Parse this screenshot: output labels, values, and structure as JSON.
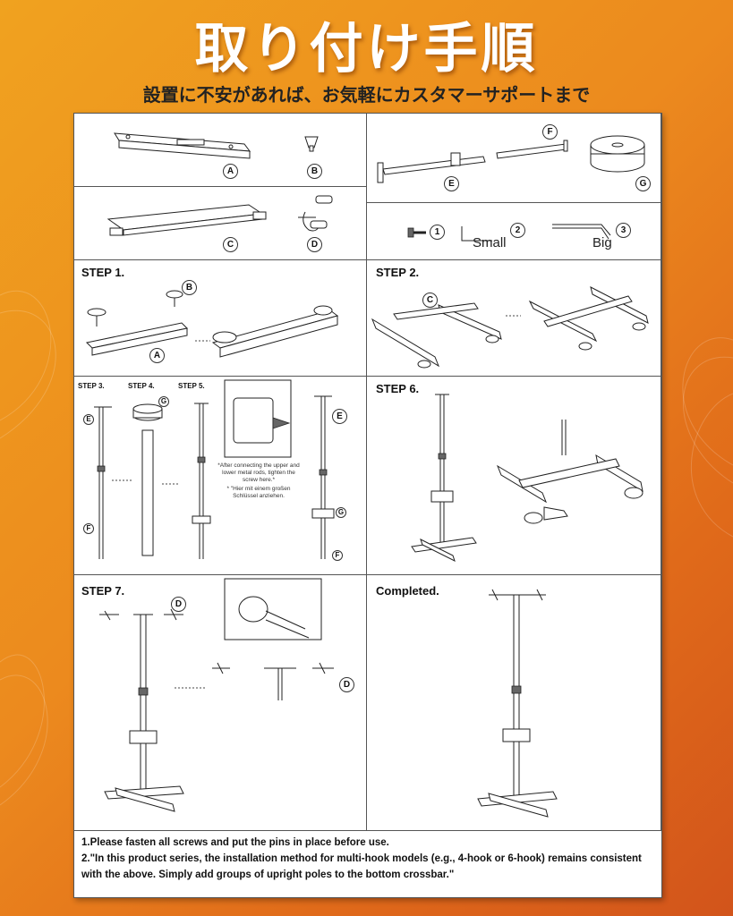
{
  "header": {
    "title": "取り付け手順",
    "subtitle": "設置に不安があれば、お気軽にカスタマーサポートまで"
  },
  "parts": {
    "a": "A",
    "b": "B",
    "c": "C",
    "d": "D",
    "e": "E",
    "f": "F",
    "g": "G",
    "n1": "1",
    "n2": "2",
    "n3": "3",
    "small": "Small",
    "big": "Big"
  },
  "steps": {
    "step1": "STEP 1.",
    "step2": "STEP 2.",
    "step3": "STEP 3.",
    "step4": "STEP 4.",
    "step5": "STEP 5.",
    "step6": "STEP 6.",
    "step7": "STEP 7.",
    "completed": "Completed."
  },
  "notes": {
    "note_en": "*After connecting the upper and lower metal rods, tighten the screw here.*",
    "note_de": "* \"Hier mit einem großen Schlüssel anziehen."
  },
  "footer": {
    "line1": "1.Please fasten all screws and put the pins in place before use.",
    "line2": "2.\"In this product series, the installation method for multi-hook models (e.g., 4-hook or 6-hook) remains consistent with the above. Simply add groups of upright poles to the bottom crossbar.\""
  },
  "colors": {
    "background_top": "#f0a21f",
    "background_bottom": "#d2541b",
    "title_text": "#ffffff",
    "subtitle_text": "#222222"
  }
}
